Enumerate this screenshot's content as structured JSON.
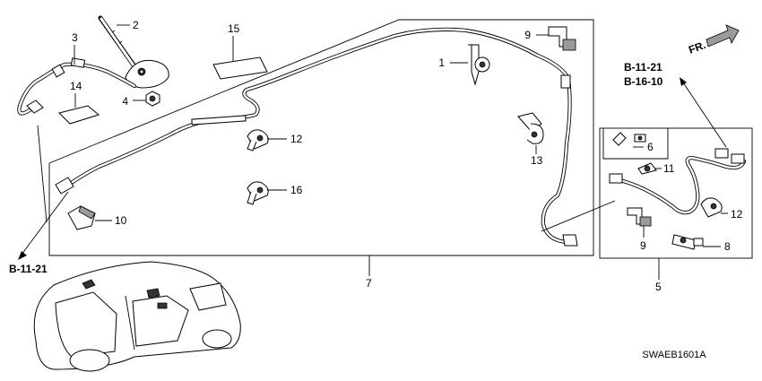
{
  "callouts": [
    {
      "id": "c1",
      "text": "1"
    },
    {
      "id": "c2",
      "text": "2"
    },
    {
      "id": "c3",
      "text": "3"
    },
    {
      "id": "c4",
      "text": "4"
    },
    {
      "id": "c5",
      "text": "5"
    },
    {
      "id": "c6",
      "text": "6"
    },
    {
      "id": "c7",
      "text": "7"
    },
    {
      "id": "c8",
      "text": "8"
    },
    {
      "id": "c9a",
      "text": "9"
    },
    {
      "id": "c9b",
      "text": "9"
    },
    {
      "id": "c10",
      "text": "10"
    },
    {
      "id": "c11",
      "text": "11"
    },
    {
      "id": "c12a",
      "text": "12"
    },
    {
      "id": "c12b",
      "text": "12"
    },
    {
      "id": "c13",
      "text": "13"
    },
    {
      "id": "c14",
      "text": "14"
    },
    {
      "id": "c15",
      "text": "15"
    },
    {
      "id": "c16",
      "text": "16"
    }
  ],
  "references": {
    "left": "B-11-21",
    "right_top": "B-11-21",
    "right_bottom": "B-16-10"
  },
  "direction": "FR.",
  "diagram_code": "SWAEB1601A"
}
